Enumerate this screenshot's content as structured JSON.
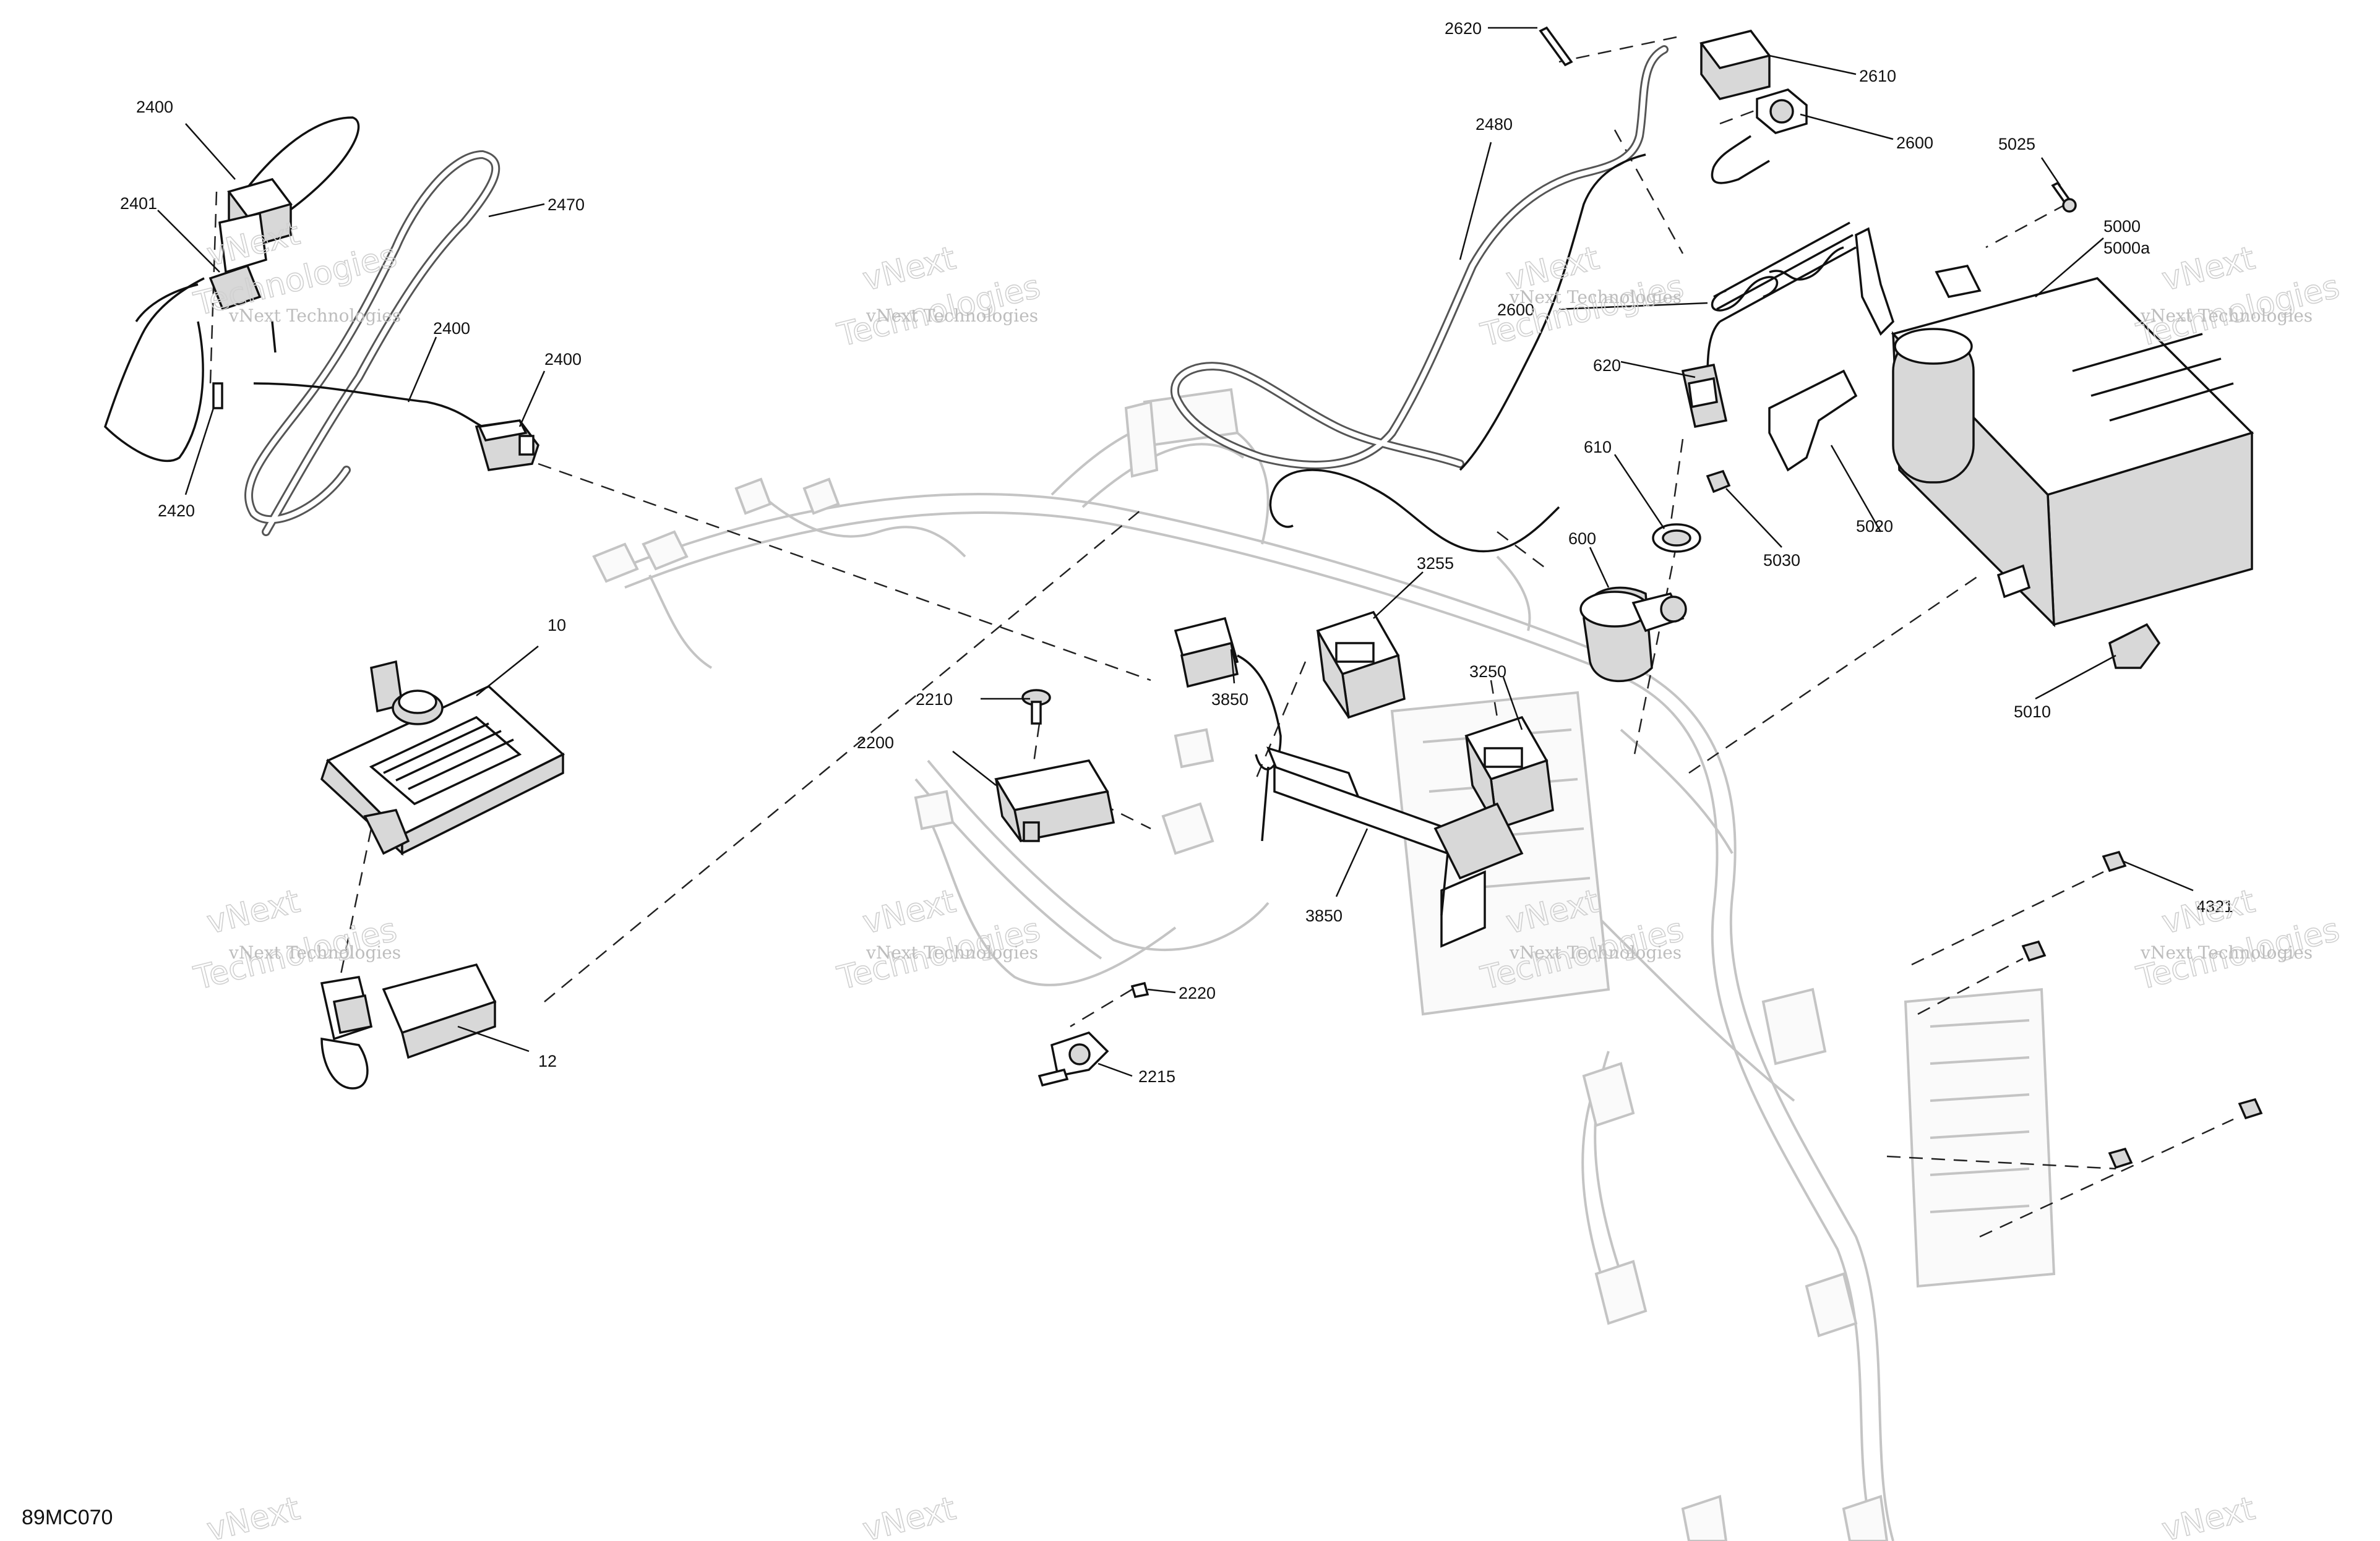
{
  "diagram_code": "89MC070",
  "watermark": {
    "line1": "vNext Technologies",
    "line2": "vNext",
    "line3": "Technologies"
  },
  "callouts": {
    "c2400a": "2400",
    "c2401": "2401",
    "c2470": "2470",
    "c2400b": "2400",
    "c2400c": "2400",
    "c2420": "2420",
    "c10": "10",
    "c12": "12",
    "c2620": "2620",
    "c2610": "2610",
    "c2600": "2600",
    "c2480": "2480",
    "c2600b": "2600",
    "c620": "620",
    "c610": "610",
    "c600": "600",
    "c5025": "5025",
    "c5000": "5000",
    "c5000a": "5000a",
    "c5020": "5020",
    "c5030": "5030",
    "c5010": "5010",
    "c3255": "3255",
    "c3250": "3250",
    "c3850a": "3850",
    "c3850b": "3850",
    "c2210": "2210",
    "c2200": "2200",
    "c2220": "2220",
    "c2215": "2215",
    "c4321": "4321"
  }
}
